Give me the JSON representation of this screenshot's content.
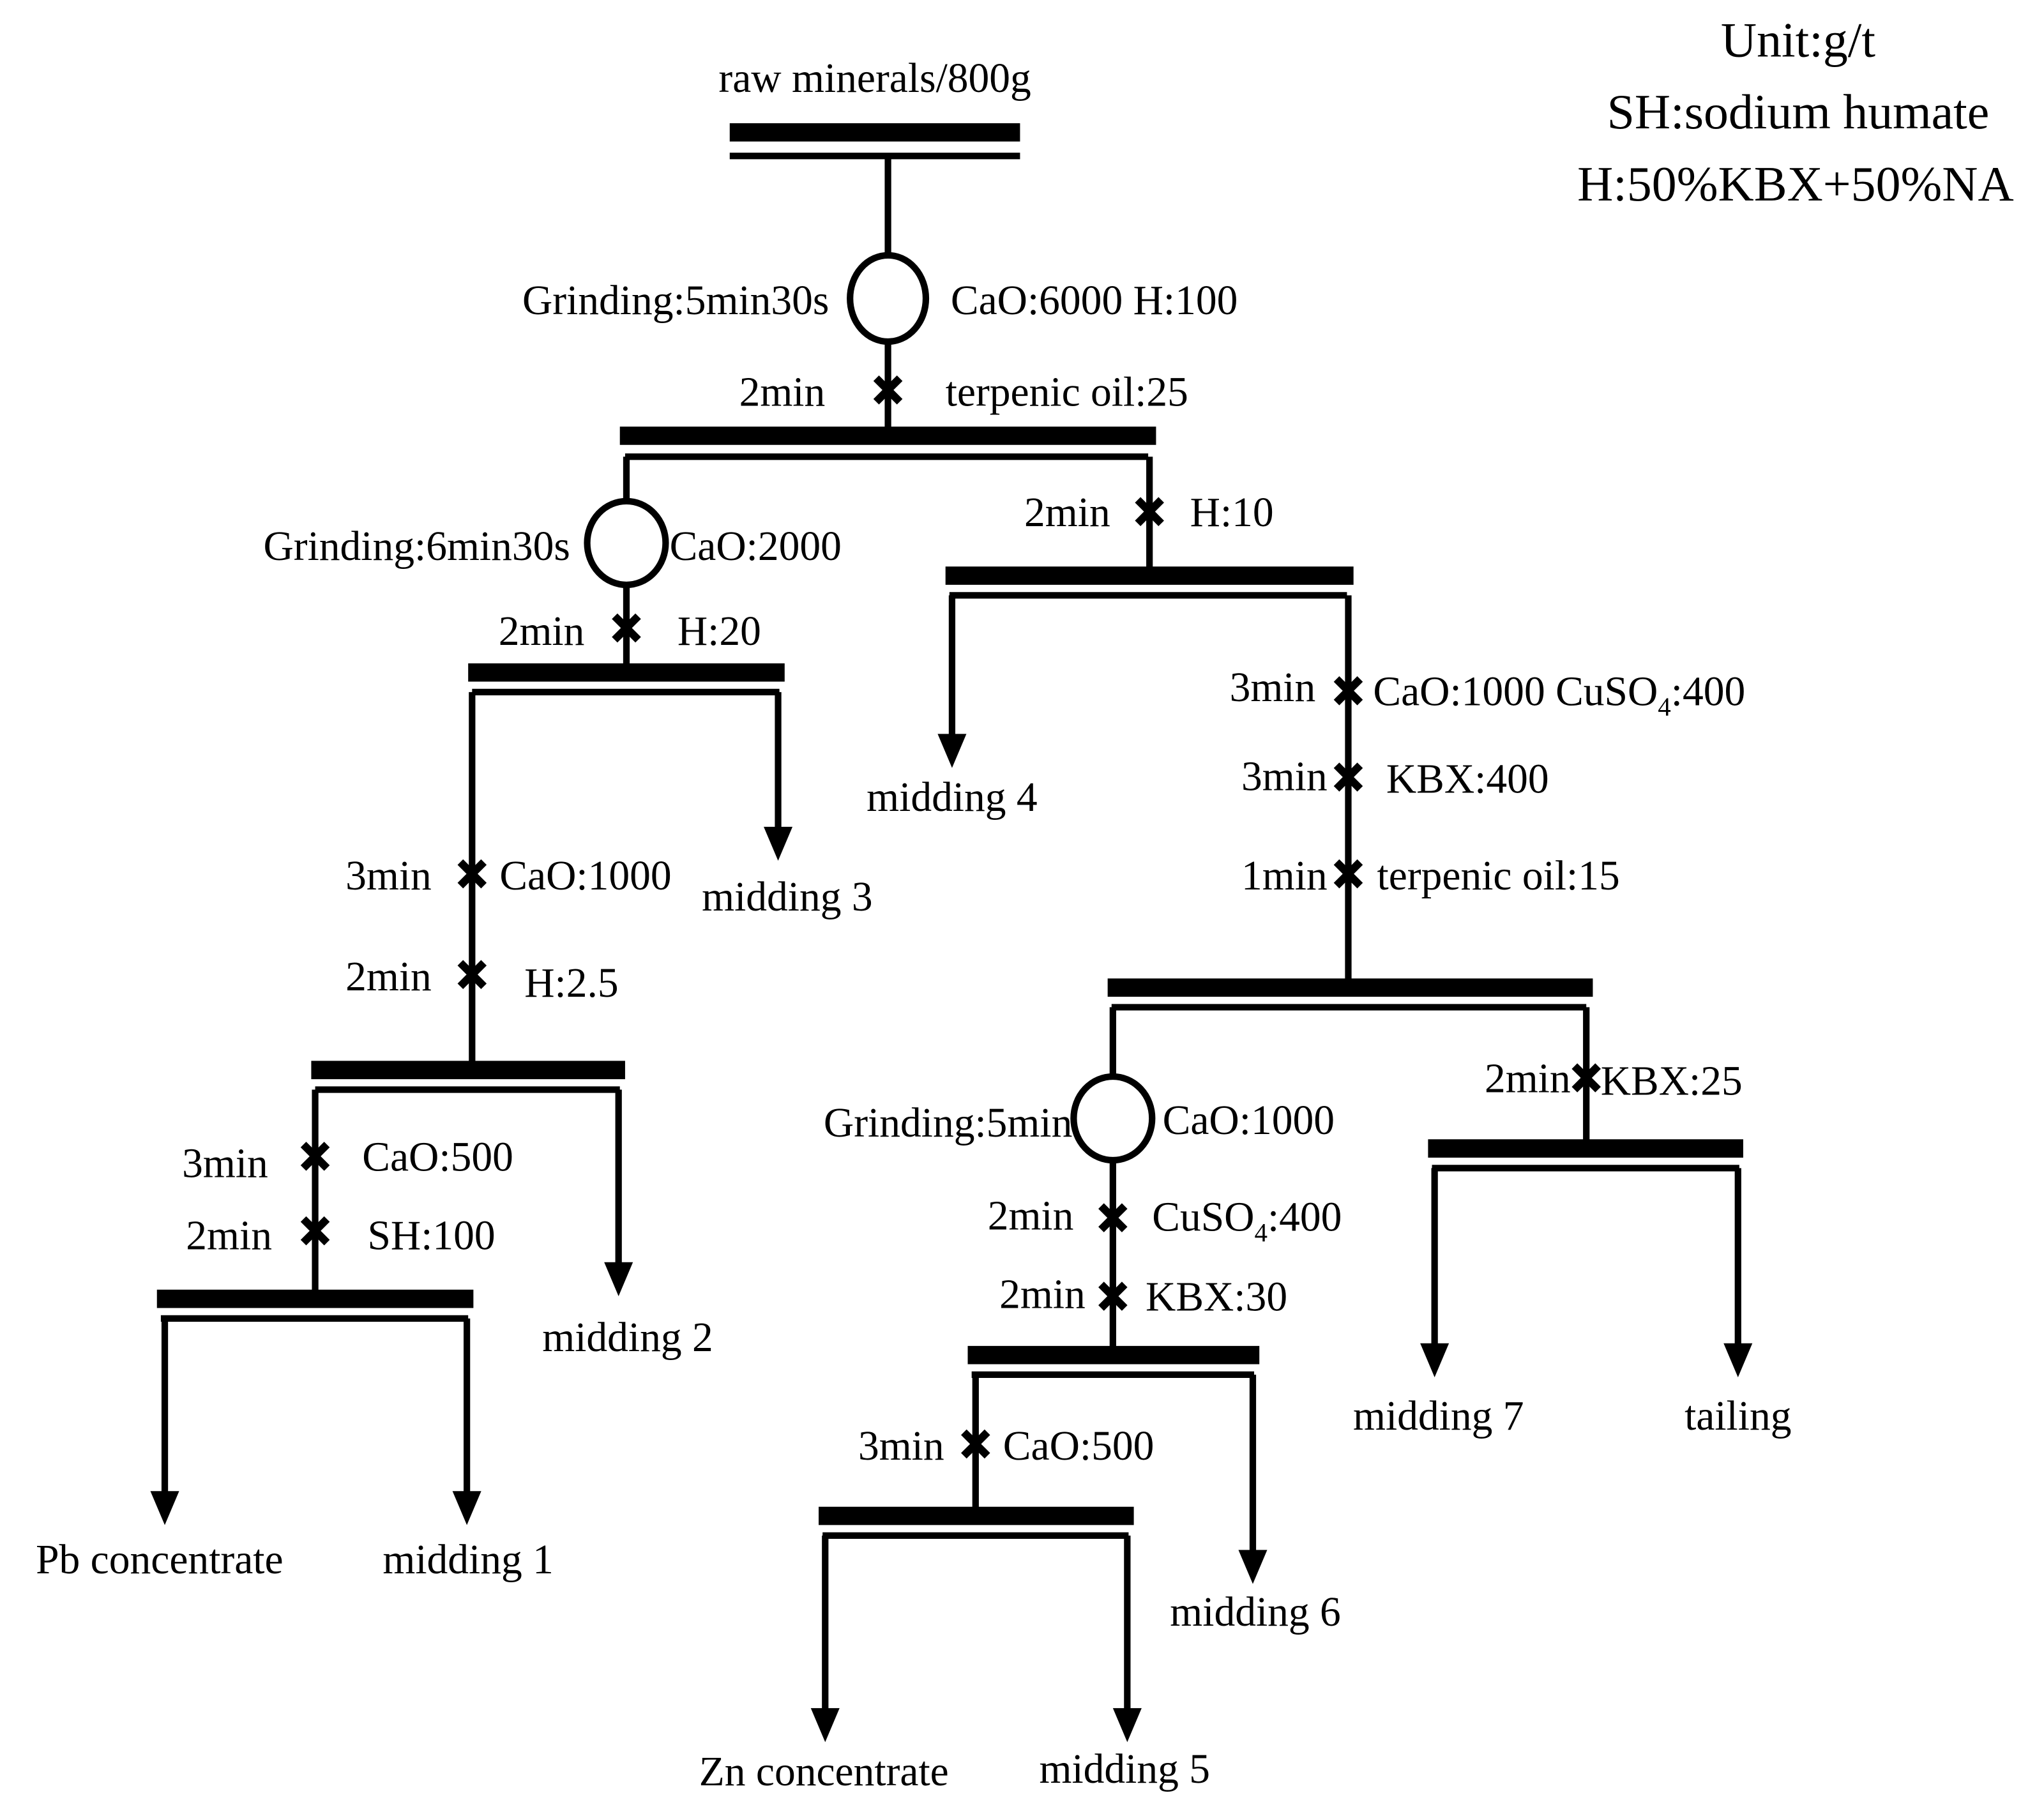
{
  "legend": {
    "unit": "Unit:g/t",
    "sh_def": "SH:sodium humate",
    "h_def": "H:50%KBX+50%NA"
  },
  "feed": {
    "label": "raw minerals/800g"
  },
  "stage1": {
    "grinding": "Grinding:5min30s",
    "reagents": "CaO:6000 H:100",
    "cond_time": "2min",
    "cond_reagent": "terpenic oil:25"
  },
  "lead_branch": {
    "grinding": "Grinding:6min30s",
    "grinding_reagent": "CaO:2000",
    "cond_time": "2min",
    "cond_reagent": "H:20",
    "midding3": "midding 3",
    "clean1_time": "3min",
    "clean1_reagent": "CaO:1000",
    "clean2_time": "2min",
    "clean2_reagent": "H:2.5",
    "midding2": "midding 2",
    "clean3_time": "3min",
    "clean3_reagent": "CaO:500",
    "clean4_time": "2min",
    "clean4_reagent": "SH:100",
    "pb_concentrate": "Pb concentrate",
    "midding1": "midding 1"
  },
  "scavenger": {
    "time": "2min",
    "reagent": "H:10",
    "midding4": "midding 4"
  },
  "zinc_branch": {
    "t1": "3min",
    "r1_main": "CaO:1000 CuSO",
    "r1_sub": "4",
    "r1_tail": ":400",
    "t2": "3min",
    "r2": "KBX:400",
    "t3": "1min",
    "r3": "terpenic oil:15",
    "grinding": "Grinding:5min",
    "grinding_reagent": "CaO:1000",
    "t4": "2min",
    "r4_main": "CuSO",
    "r4_sub": "4",
    "r4_tail": ":400",
    "t5": "2min",
    "r5": "KBX:30",
    "t6": "3min",
    "r6": "CaO:500",
    "zn_concentrate": "Zn concentrate",
    "midding5": "midding 5",
    "midding6": "midding 6",
    "scav_time": "2min",
    "scav_reagent": "KBX:25",
    "midding7": "midding 7",
    "tailing": "tailing"
  }
}
